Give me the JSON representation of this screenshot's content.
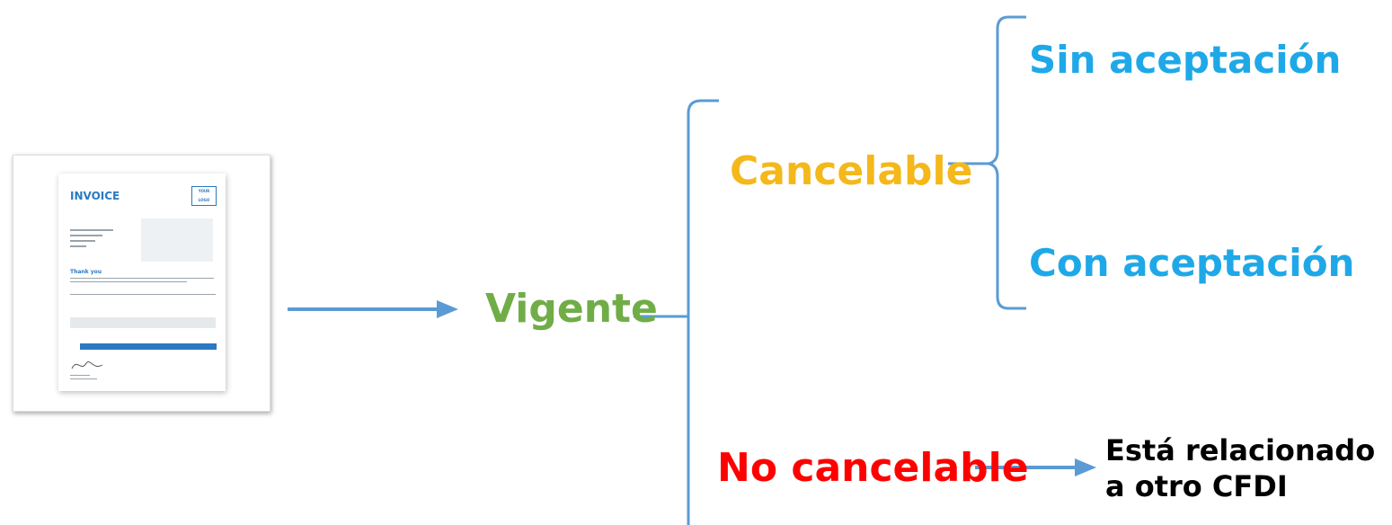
{
  "nodes": {
    "vigente": {
      "label": "Vigente",
      "color": "#70ad47"
    },
    "cancelable": {
      "label": "Cancelable",
      "color": "#f4b81a"
    },
    "no_cancelable": {
      "label": "No cancelable",
      "color": "#ff0000"
    },
    "sin_aceptacion": {
      "label": "Sin aceptación",
      "color": "#1fa8e8"
    },
    "con_aceptacion": {
      "label": "Con aceptación",
      "color": "#1fa8e8"
    },
    "relacionado": {
      "label": "Está relacionado a otro CFDI",
      "color": "#000000"
    }
  },
  "invoice": {
    "title": "INVOICE",
    "logo": "YOUR LOGO",
    "thanks": "Thank you"
  },
  "colors": {
    "connector": "#5b9bd5"
  }
}
